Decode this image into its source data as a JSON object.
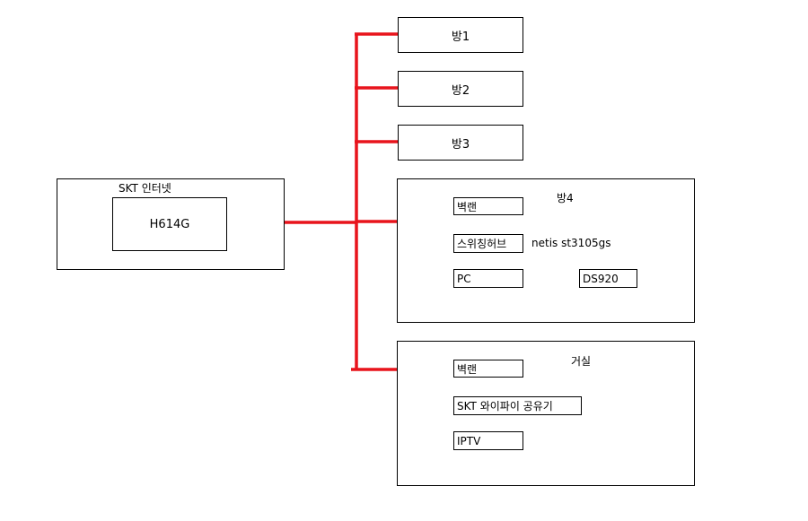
{
  "colors": {
    "red_line": "#e8141c",
    "blue_line": "#1aa3e0",
    "border": "#000000",
    "background": "#ffffff"
  },
  "internet": {
    "title": "SKT 인터넷",
    "router": "H614G"
  },
  "rooms": [
    "방1",
    "방2",
    "방3"
  ],
  "room4": {
    "title": "방4",
    "wall_jack": "벽랜",
    "switch": "스위칭허브",
    "switch_model": "netis st3105gs",
    "pc": "PC",
    "nas": "DS920"
  },
  "living": {
    "title": "거실",
    "wall_jack": "벽랜",
    "wifi": "SKT 와이파이 공유기",
    "iptv": "IPTV"
  }
}
